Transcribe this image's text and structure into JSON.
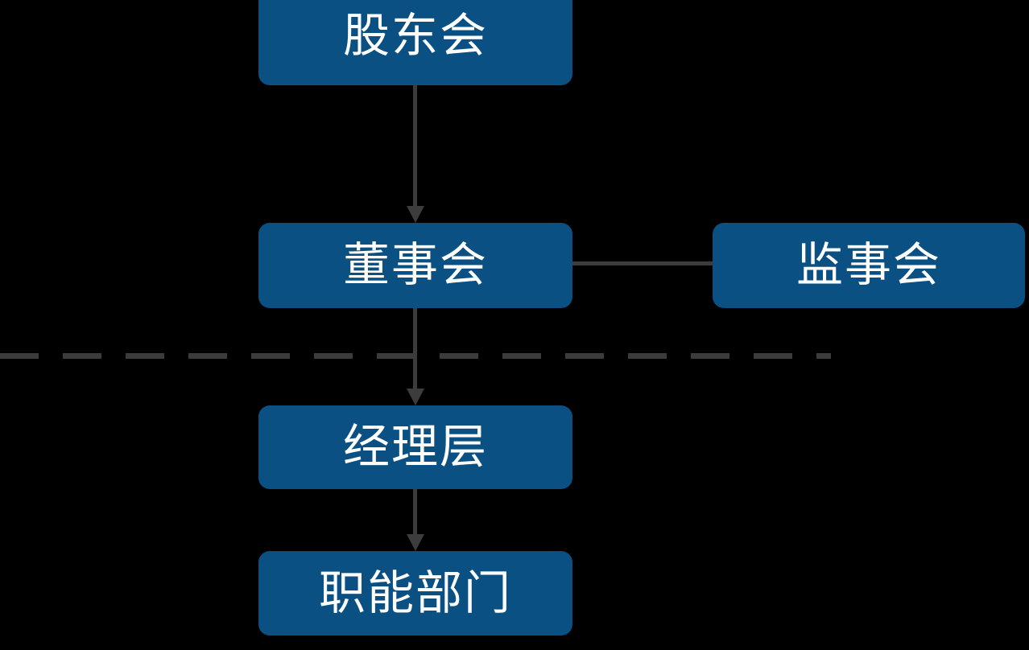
{
  "diagram": {
    "type": "org-chart",
    "background_color": "#000000",
    "node_color": "#0A5083",
    "node_text_color": "#FFFFFF",
    "connector_color": "#3C3C3C",
    "nodes": [
      {
        "id": "shareholders",
        "label": "股东会",
        "level": 1
      },
      {
        "id": "board",
        "label": "董事会",
        "level": 2
      },
      {
        "id": "supervisors",
        "label": "监事会",
        "level": 2
      },
      {
        "id": "management",
        "label": "经理层",
        "level": 3
      },
      {
        "id": "departments",
        "label": "职能部门",
        "level": 4
      }
    ],
    "edges": [
      {
        "from": "shareholders",
        "to": "board",
        "style": "arrow-down"
      },
      {
        "from": "board",
        "to": "supervisors",
        "style": "plain-horizontal"
      },
      {
        "from": "board",
        "to": "management",
        "style": "arrow-down"
      },
      {
        "from": "management",
        "to": "departments",
        "style": "arrow-down"
      }
    ],
    "divider": {
      "style": "dashed",
      "orientation": "horizontal",
      "color": "#3C3C3C"
    }
  }
}
